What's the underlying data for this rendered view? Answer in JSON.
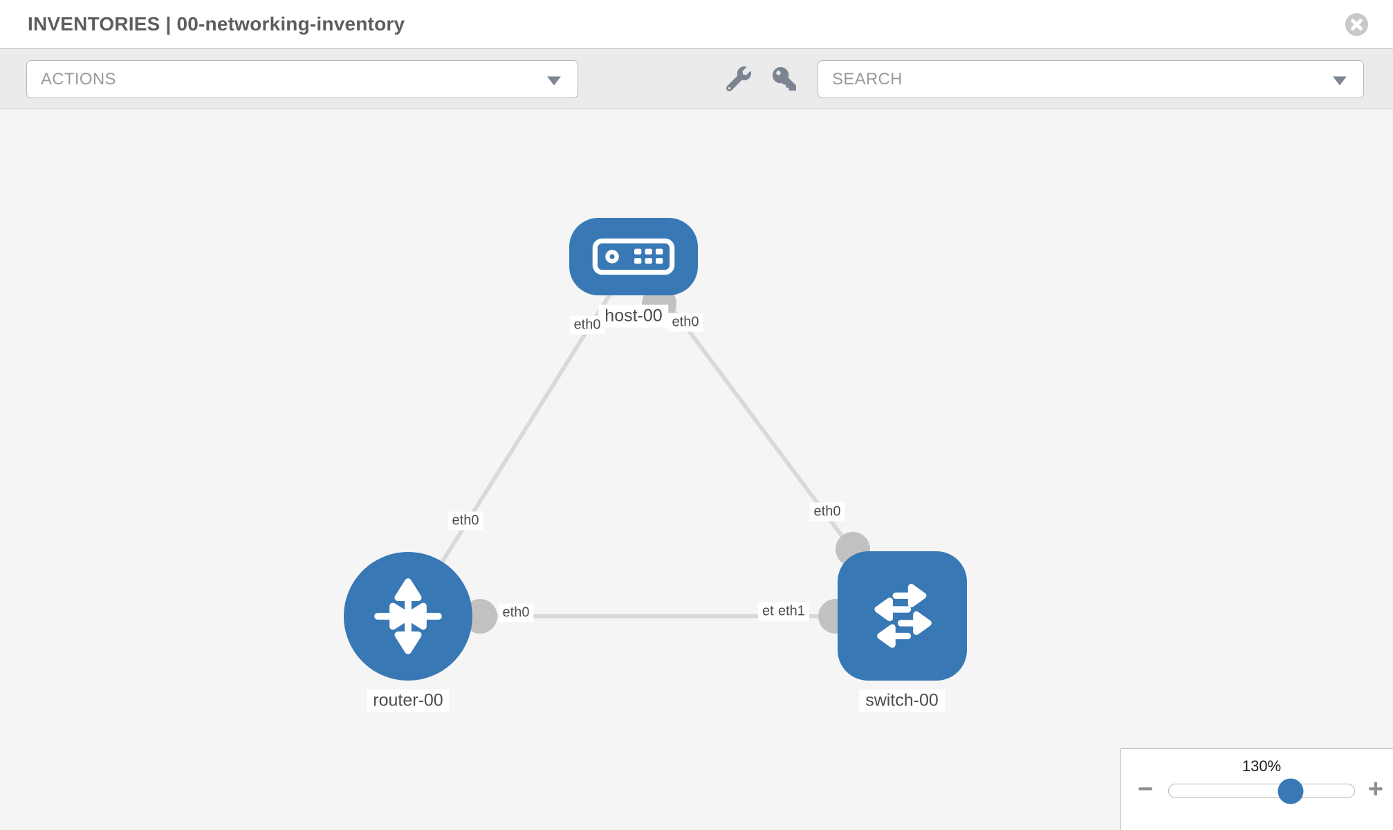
{
  "header": {
    "title": "INVENTORIES | 00-networking-inventory"
  },
  "toolbar": {
    "actions_placeholder": "ACTIONS",
    "search_placeholder": "SEARCH",
    "icons": [
      "wrench-icon",
      "key-icon"
    ]
  },
  "topology": {
    "nodes": [
      {
        "id": "host-00",
        "label": "host-00",
        "type": "host"
      },
      {
        "id": "router-00",
        "label": "router-00",
        "type": "router"
      },
      {
        "id": "switch-00",
        "label": "switch-00",
        "type": "switch"
      }
    ],
    "links": [
      {
        "source": "host-00",
        "target": "router-00",
        "source_interface": "eth0",
        "target_interface": "eth0"
      },
      {
        "source": "host-00",
        "target": "switch-00",
        "source_interface": "eth0",
        "target_interface": "eth0"
      },
      {
        "source": "router-00",
        "target": "switch-00",
        "source_interface": "eth0",
        "target_interface": "eth1",
        "target_interface_under": "eth1"
      }
    ]
  },
  "zoom_control": {
    "level": "130%",
    "decrease_label": "−",
    "increase_label": "+"
  },
  "colors": {
    "node_blue": "#3878b4",
    "link_gray": "#d9d9d9",
    "dot_gray": "#c1c1c1",
    "toolbar_bg": "#ebebeb",
    "canvas_bg": "#f5f5f5"
  }
}
